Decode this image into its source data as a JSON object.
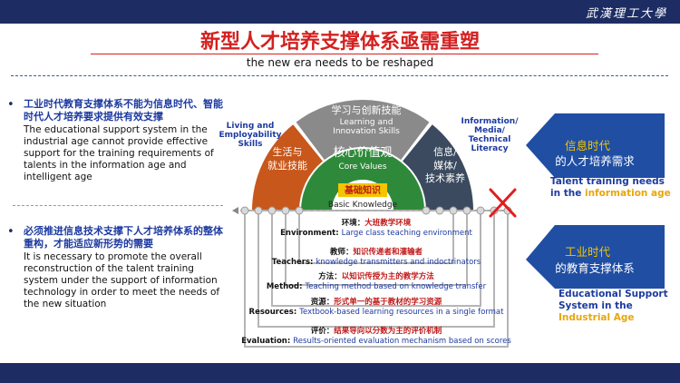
{
  "header": {
    "logo": "武漢理工大學"
  },
  "slide": {
    "title": "新型人才培养支撑体系亟需重塑",
    "subtitle": "the new era needs to be reshaped"
  },
  "left": {
    "point1": {
      "cn": "工业时代教育支撑体系不能为信息时代、智能时代人才培养要求提供有效支撑",
      "en": "The educational support system in the industrial age cannot provide effective support for the training requirements of talents in the information age and intelligent age"
    },
    "point2": {
      "cn": "必须推进信息技术支撑下人才培养体系的整体重构，才能适应新形势的需要",
      "en": "It is necessary to promote the overall reconstruction of the talent training system under the support of information technology in order to meet the needs of the new situation"
    }
  },
  "arch": {
    "left_label_en": [
      "Living and",
      "Employability",
      "Skills"
    ],
    "top_label_en": [
      "Information/",
      "Media/",
      "Technical",
      "Literacy"
    ],
    "seg_left_cn": [
      "生活与",
      "就业技能"
    ],
    "seg_top_cn": "学习与创新技能",
    "seg_top_en": [
      "Learning and",
      "Innovation Skills"
    ],
    "seg_right_cn": [
      "信息/",
      "媒体/",
      "技术素养"
    ],
    "core_cn": "核心价值观",
    "core_en": "Core Values",
    "basic_cn": "基础知识",
    "basic_en": "Basic Knowledge"
  },
  "elements": [
    {
      "cn_label": "环境：",
      "cn_value": "大班教学环境",
      "en_label": "Environment:",
      "en_value": "Large class teaching environment"
    },
    {
      "cn_label": "教师：",
      "cn_value": "知识传递者和灌输者",
      "en_label": "Teachers:",
      "en_value": "knowledge transmitters and indoctrinators"
    },
    {
      "cn_label": "方法：",
      "cn_value": "以知识传授为主的教学方法",
      "en_label": "Method:",
      "en_value": "Teaching method based on knowledge transfer"
    },
    {
      "cn_label": "资源：",
      "cn_value": "形式单一的基于教材的学习资源",
      "en_label": "Resources:",
      "en_value": "Textbook-based learning resources in a single format"
    },
    {
      "cn_label": "评价：",
      "cn_value": "结果导向以分数为主的评价机制",
      "en_label": "Evaluation:",
      "en_value": "Results-oriented evaluation mechanism based on scores"
    }
  ],
  "arrows": {
    "info": {
      "cn_line1": "信息时代",
      "cn_line2": "的人才培养需求",
      "en_line1": "Talent training needs",
      "en_line2a": "in the ",
      "en_line2b": "information age"
    },
    "industrial": {
      "cn_line1": "工业时代",
      "cn_line2": "的教育支撑体系",
      "en_line1": "Educational Support",
      "en_line2": "System in the",
      "en_line3": "Industrial Age"
    }
  },
  "colors": {
    "navy": "#1d2d63",
    "title_red": "#d42020",
    "orange": "#c8571b",
    "gray": "#8a8a8a",
    "slate": "#3b4a5e",
    "green": "#2e8a3a",
    "gold": "#f2c500",
    "arrow_blue": "#1f4ea3"
  }
}
